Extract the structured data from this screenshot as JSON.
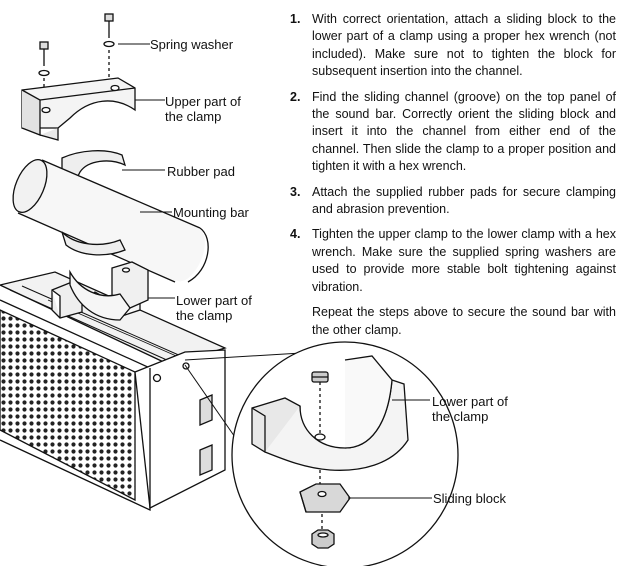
{
  "labels": {
    "spring_washer": "Spring washer",
    "upper_clamp_1": "Upper part of",
    "upper_clamp_2": "the clamp",
    "rubber_pad": "Rubber pad",
    "mounting_bar": "Mounting bar",
    "lower_clamp_1": "Lower part of",
    "lower_clamp_2": "the clamp",
    "detail_lower_clamp_1": "Lower part of",
    "detail_lower_clamp_2": "the clamp",
    "sliding_block": "Sliding block"
  },
  "steps": [
    {
      "num": "1.",
      "text": "With correct orientation, attach a sliding block to the lower part of a clamp using a proper hex wrench (not included). Make sure not to tighten the block for subsequent insertion into the channel."
    },
    {
      "num": "2.",
      "text": "Find the sliding channel (groove) on the top panel of the sound bar. Correctly orient the sliding block and insert it into the channel from either end of the channel. Then slide the clamp to a proper position and tighten it with a hex wrench."
    },
    {
      "num": "3.",
      "text": "Attach the supplied rubber pads for secure clamping and abrasion prevention."
    },
    {
      "num": "4.",
      "text": "Tighten the upper clamp to the lower clamp with a hex wrench. Make sure the supplied spring washers are used to provide more stable bolt tightening against vibration."
    }
  ],
  "note": "Repeat the steps above to secure the sound bar with the other clamp."
}
